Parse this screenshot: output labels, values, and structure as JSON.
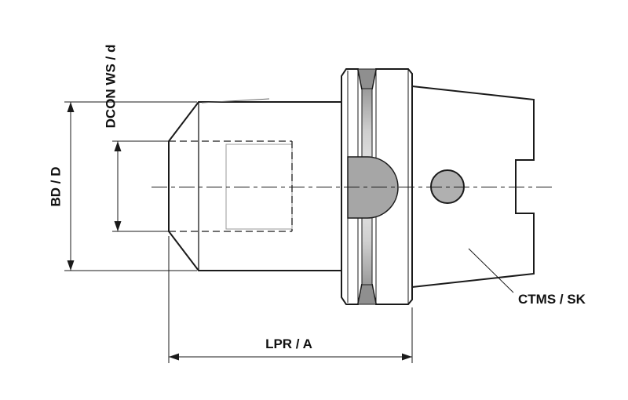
{
  "drawing": {
    "labels": {
      "cutting_diameter": "DCON WS / d",
      "body_diameter": "BD / D",
      "projection_length": "LPR / A",
      "shank_type": "CTMS / SK"
    },
    "colors": {
      "outline": "#1a1a1a",
      "metal_light": "#f0f0f0",
      "metal_mid": "#d8d8d8",
      "metal_dark": "#b5b5b5",
      "groove_dark": "#8f8f8f",
      "hole_fill": "#b0b0b0",
      "background": "#ffffff"
    }
  }
}
